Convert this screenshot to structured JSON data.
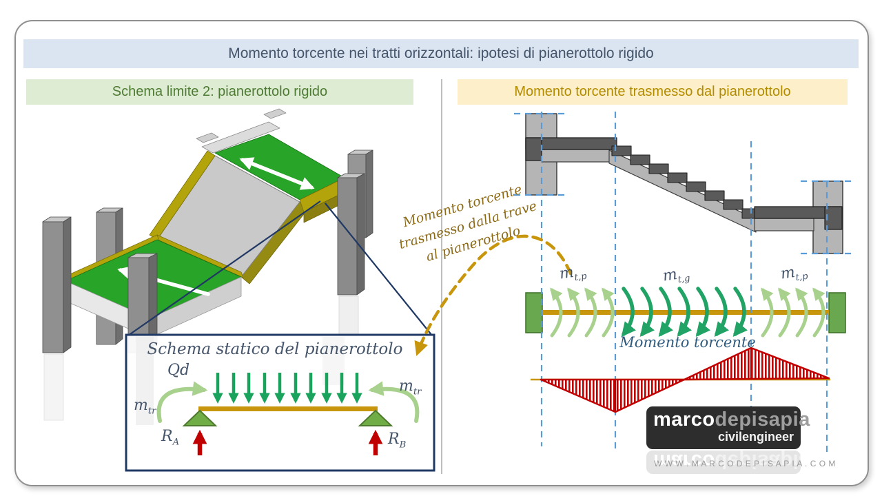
{
  "slide": {
    "title": "Momento torcente nei tratti orizzontali: ipotesi di pianerottolo rigido"
  },
  "left_panel": {
    "header": "Schema limite 2: pianerottolo rigido"
  },
  "right_panel": {
    "header": "Momento torcente trasmesso dal pianerottolo",
    "beam_caption": "Momento torcente"
  },
  "annotation": {
    "lines": [
      "Momento torcente",
      "trasmesso dalla trave",
      "al pianerottolo"
    ]
  },
  "inset": {
    "title": "Schema statico del pianerottolo",
    "load_label": "Qd"
  },
  "labels": {
    "m_base": "m",
    "sub_tp": "t,p",
    "sub_tg": "t,g",
    "sub_tr": "tr",
    "r_base": "R",
    "sub_a": "A",
    "sub_b": "B"
  },
  "logo": {
    "brand_bold": "marco",
    "brand_light": "depisapia",
    "tagline": "civilengineer"
  },
  "footer": {
    "website": "W W W . M A R C O D E P I S A P I A . C O M"
  },
  "colors": {
    "title_bar_bg": "#dbe5f1",
    "title_text": "#44546a",
    "green_header_bg": "#ddecd2",
    "green_header_text": "#4e7b33",
    "yellow_header_bg": "#fdefc9",
    "yellow_header_text": "#b18b00",
    "beam_gold": "#c8960c",
    "torsion_light_green": "#a9d18e",
    "torsion_dark_green": "#21a366",
    "load_green": "#1aa35c",
    "reaction_red": "#c00000",
    "guide_blue": "#5b9bd5",
    "callout_navy": "#1f3864",
    "annotation_gold": "#8d6a16",
    "landing_green": "#28a428",
    "edge_olive": "#b3a40b",
    "slate": "#44546a"
  }
}
